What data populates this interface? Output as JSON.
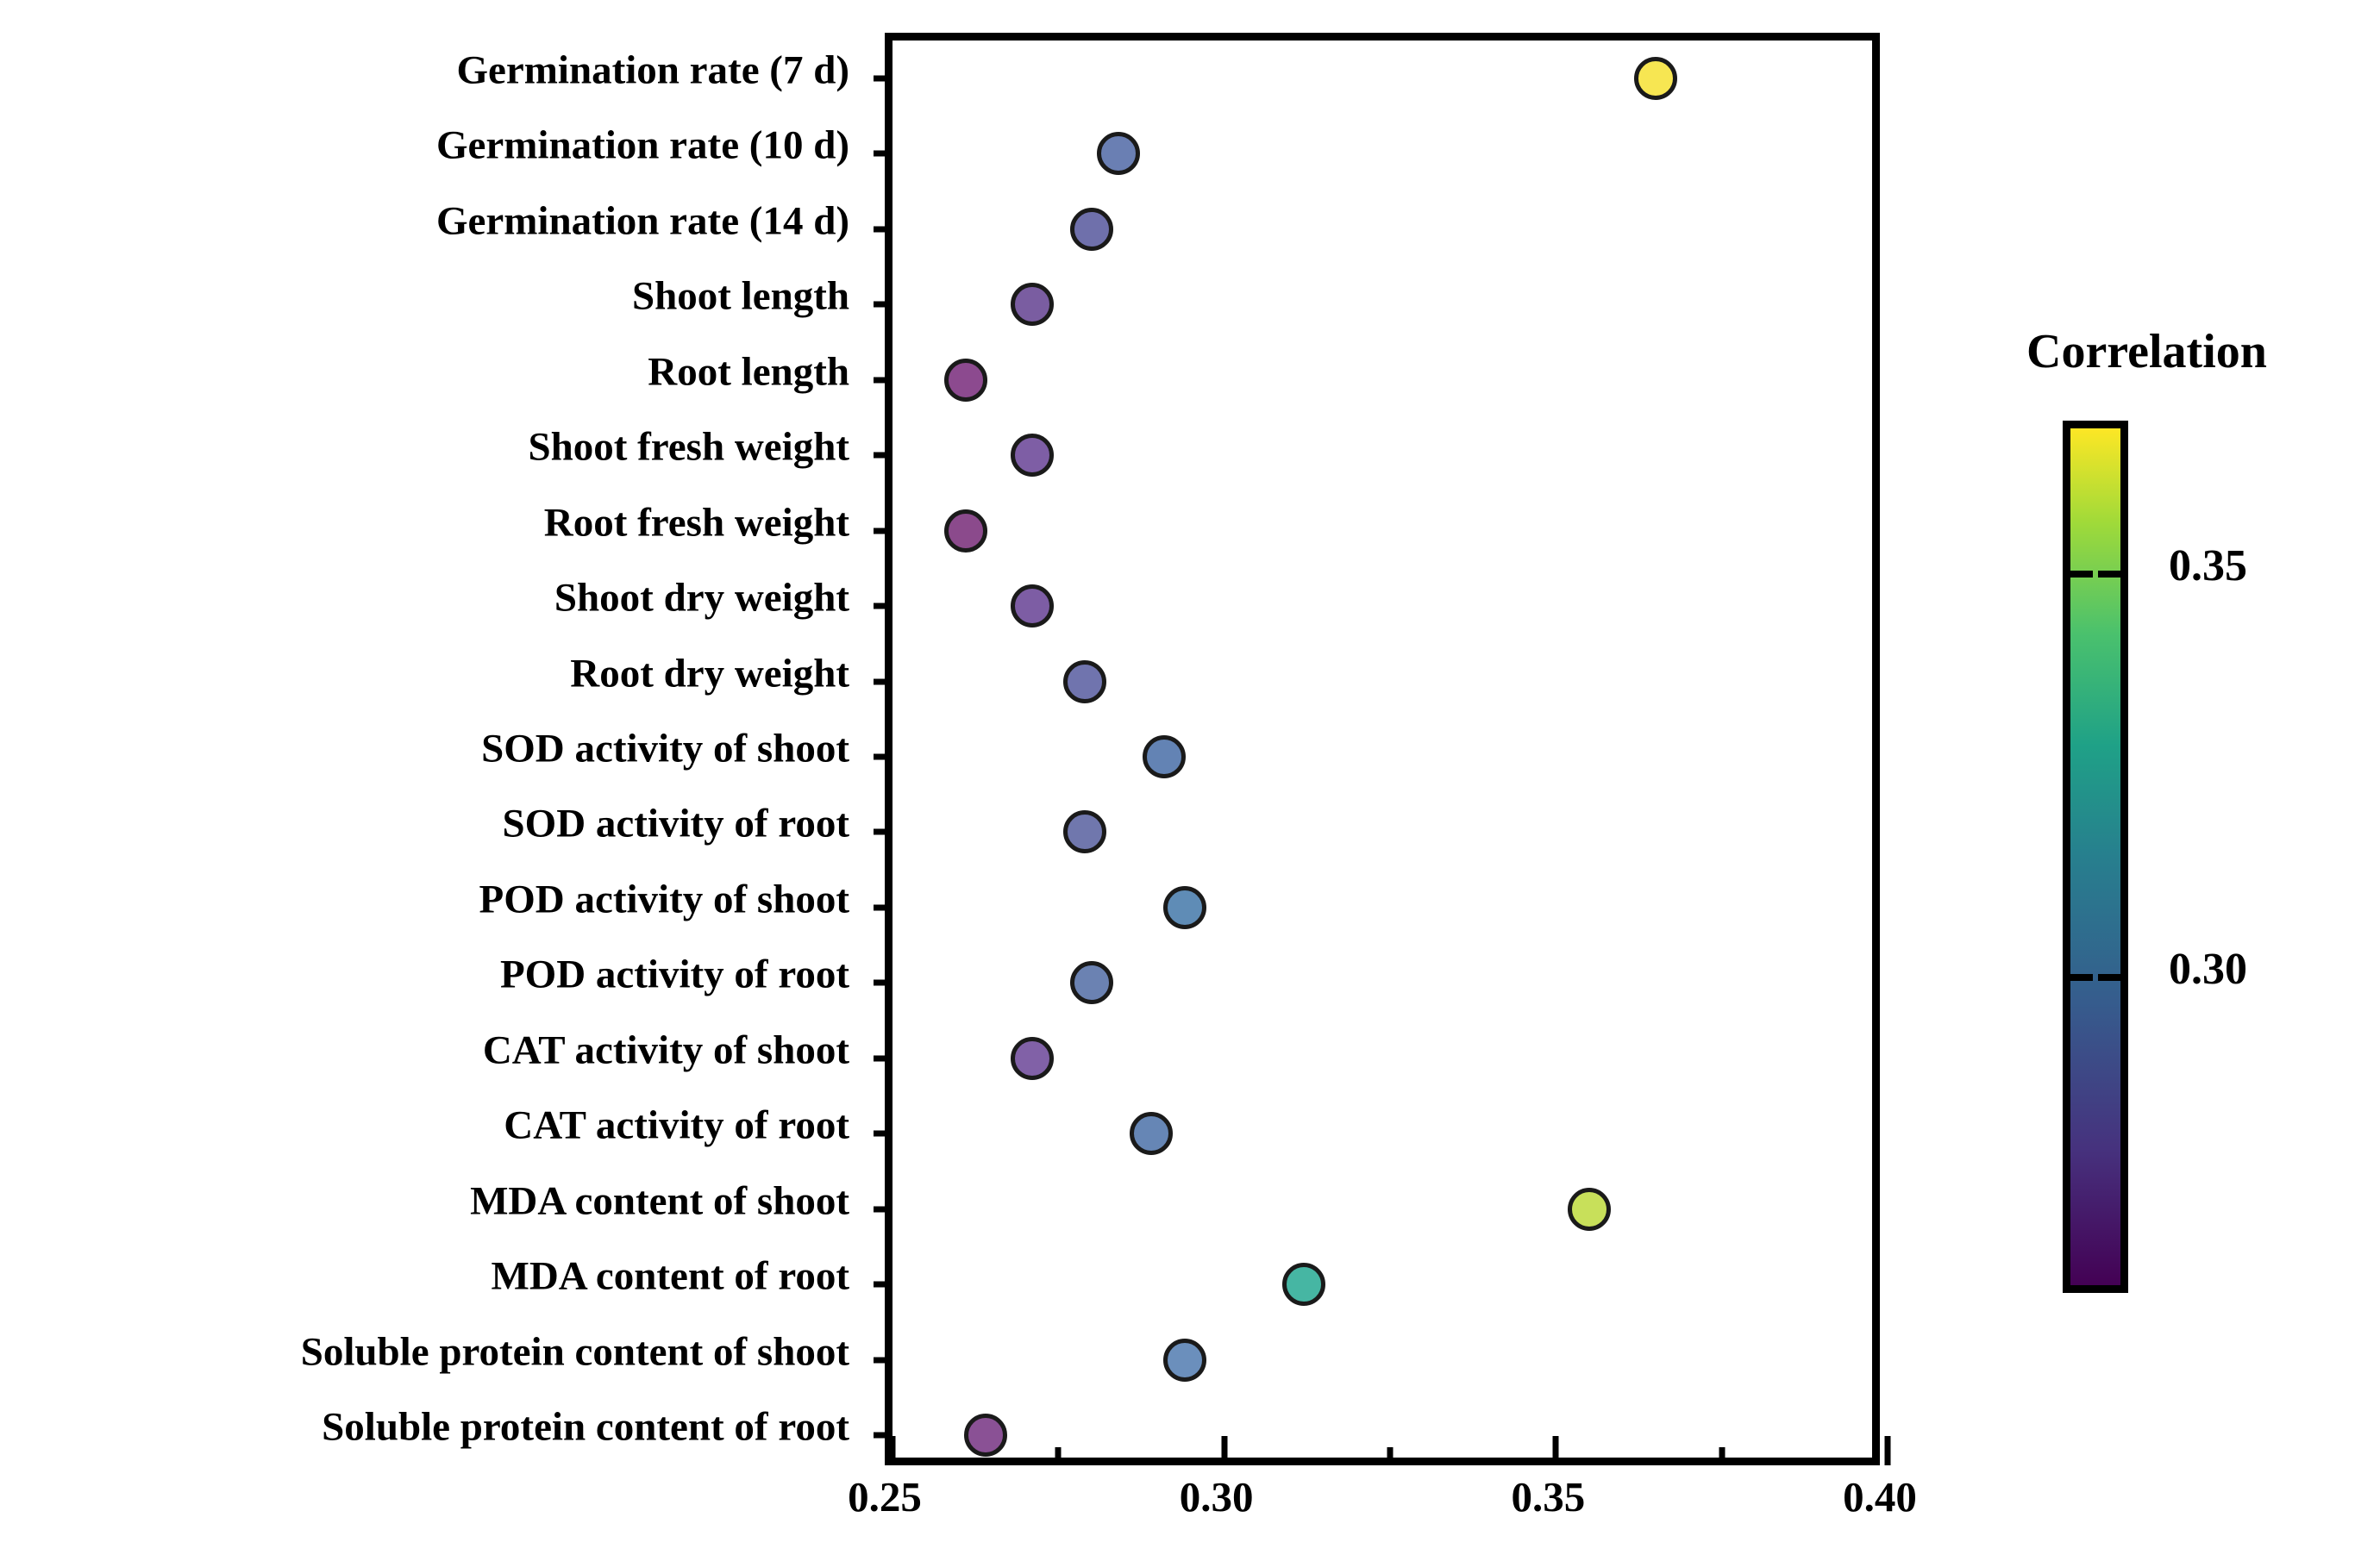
{
  "chart_data": {
    "type": "scatter",
    "title": "",
    "xlabel": "",
    "ylabel": "",
    "xlim": [
      0.25,
      0.4
    ],
    "xticks": [
      "0.25",
      "0.30",
      "0.35",
      "0.40"
    ],
    "xtick_values": [
      0.25,
      0.3,
      0.35,
      0.4
    ],
    "xminor_step": 0.025,
    "grid": false,
    "legend_position": "right",
    "colormap": "viridis",
    "colorbar": {
      "title": "Correlation",
      "ticks": [
        "0.35",
        "0.30"
      ],
      "tick_values": [
        0.35,
        0.3
      ],
      "vmin": 0.26,
      "vmax": 0.368
    },
    "categories": [
      "Germination rate (7 d)",
      "Germination rate (10 d)",
      "Germination rate (14 d)",
      "Shoot length",
      "Root length",
      "Shoot fresh weight",
      "Root fresh weight",
      "Shoot dry weight",
      "Root dry weight",
      "SOD activity of shoot",
      "SOD activity of root",
      "POD activity of shoot",
      "POD activity of root",
      "CAT activity of shoot",
      "CAT activity of root",
      "MDA content of shoot",
      "MDA content of root",
      "Soluble protein content of shoot",
      "Soluble protein content of root"
    ],
    "values": [
      0.365,
      0.284,
      0.28,
      0.271,
      0.261,
      0.271,
      0.261,
      0.271,
      0.279,
      0.291,
      0.279,
      0.294,
      0.28,
      0.271,
      0.289,
      0.355,
      0.312,
      0.294,
      0.264
    ],
    "point_colors": [
      "#f7e652",
      "#6a7fb3",
      "#6f70ab",
      "#7a5da1",
      "#8c4a8f",
      "#7e5ea5",
      "#8b4a8c",
      "#7d5da4",
      "#7074ae",
      "#6383b4",
      "#7077ad",
      "#5f8cb6",
      "#6b82b2",
      "#8161a7",
      "#6686b5",
      "#c8e05a",
      "#46b6a3",
      "#6b8fbc",
      "#8a5195"
    ],
    "points": [
      {
        "label": "Germination rate (7 d)",
        "value": 0.365,
        "color": "#f7e652"
      },
      {
        "label": "Germination rate (10 d)",
        "value": 0.284,
        "color": "#6a7fb3"
      },
      {
        "label": "Germination rate (14 d)",
        "value": 0.28,
        "color": "#6f70ab"
      },
      {
        "label": "Shoot length",
        "value": 0.271,
        "color": "#7a5da1"
      },
      {
        "label": "Root length",
        "value": 0.261,
        "color": "#8c4a8f"
      },
      {
        "label": "Shoot fresh weight",
        "value": 0.271,
        "color": "#7e5ea5"
      },
      {
        "label": "Root fresh weight",
        "value": 0.261,
        "color": "#8b4a8c"
      },
      {
        "label": "Shoot dry weight",
        "value": 0.271,
        "color": "#7d5da4"
      },
      {
        "label": "Root dry weight",
        "value": 0.279,
        "color": "#7074ae"
      },
      {
        "label": "SOD activity of shoot",
        "value": 0.291,
        "color": "#6383b4"
      },
      {
        "label": "SOD activity of root",
        "value": 0.279,
        "color": "#7077ad"
      },
      {
        "label": "POD activity of shoot",
        "value": 0.294,
        "color": "#5f8cb6"
      },
      {
        "label": "POD activity of root",
        "value": 0.28,
        "color": "#6b82b2"
      },
      {
        "label": "CAT activity of shoot",
        "value": 0.271,
        "color": "#8161a7"
      },
      {
        "label": "CAT activity of root",
        "value": 0.289,
        "color": "#6686b5"
      },
      {
        "label": "MDA content of shoot",
        "value": 0.355,
        "color": "#c8e05a"
      },
      {
        "label": "MDA content of root",
        "value": 0.312,
        "color": "#46b6a3"
      },
      {
        "label": "Soluble protein content of shoot",
        "value": 0.294,
        "color": "#6b8fbc"
      },
      {
        "label": "Soluble protein content of root",
        "value": 0.264,
        "color": "#8a5195"
      }
    ]
  },
  "colors": {
    "axis": "#000000",
    "background": "#ffffff",
    "marker_edge": "#1a1a1a"
  }
}
